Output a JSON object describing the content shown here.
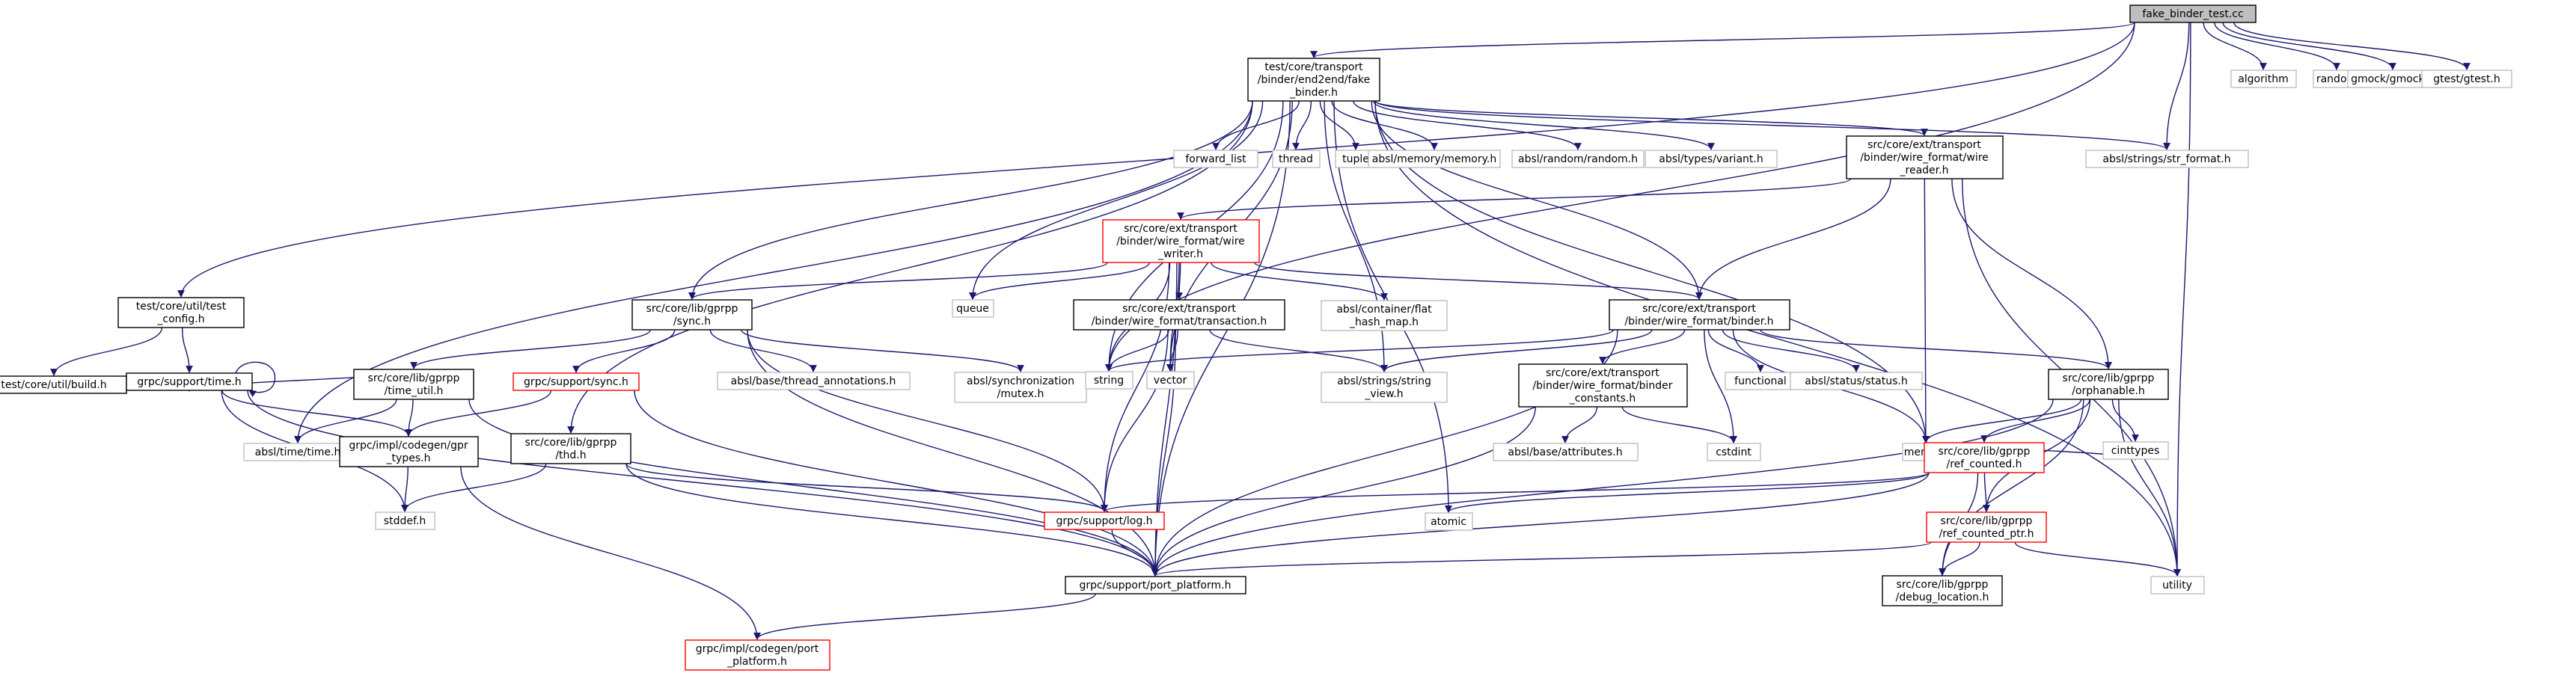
{
  "colors": {
    "edge": "#191970",
    "root_fill": "#bfbfbf",
    "node_border": "#000000",
    "external_border": "#bfbfbf",
    "incomplete_border": "#ff0000",
    "node_fill": "#ffffff"
  },
  "nodes": [
    {
      "id": "root",
      "lines": [
        "fake_binder_test.cc"
      ],
      "style": "root"
    },
    {
      "id": "fakebinder",
      "lines": [
        "test/core/transport",
        "/binder/end2end/fake",
        "_binder.h"
      ],
      "style": "normal"
    },
    {
      "id": "algorithm",
      "lines": [
        "algorithm"
      ],
      "style": "external"
    },
    {
      "id": "random",
      "lines": [
        "random"
      ],
      "style": "external"
    },
    {
      "id": "gmock",
      "lines": [
        "gmock/gmock.h"
      ],
      "style": "external"
    },
    {
      "id": "gtest",
      "lines": [
        "gtest/gtest.h"
      ],
      "style": "external"
    },
    {
      "id": "forward_list",
      "lines": [
        "forward_list"
      ],
      "style": "external"
    },
    {
      "id": "thread",
      "lines": [
        "thread"
      ],
      "style": "external"
    },
    {
      "id": "tuple",
      "lines": [
        "tuple"
      ],
      "style": "external"
    },
    {
      "id": "absl_memory",
      "lines": [
        "absl/memory/memory.h"
      ],
      "style": "external"
    },
    {
      "id": "absl_random",
      "lines": [
        "absl/random/random.h"
      ],
      "style": "external"
    },
    {
      "id": "absl_variant",
      "lines": [
        "absl/types/variant.h"
      ],
      "style": "external"
    },
    {
      "id": "wire_reader",
      "lines": [
        "src/core/ext/transport",
        "/binder/wire_format/wire",
        "_reader.h"
      ],
      "style": "normal"
    },
    {
      "id": "str_format",
      "lines": [
        "absl/strings/str_format.h"
      ],
      "style": "external"
    },
    {
      "id": "wire_writer",
      "lines": [
        "src/core/ext/transport",
        "/binder/wire_format/wire",
        "_writer.h"
      ],
      "style": "incomplete"
    },
    {
      "id": "test_config",
      "lines": [
        "test/core/util/test",
        "_config.h"
      ],
      "style": "normal"
    },
    {
      "id": "build",
      "lines": [
        "test/core/util/build.h"
      ],
      "style": "normal"
    },
    {
      "id": "time_h",
      "lines": [
        "grpc/support/time.h"
      ],
      "style": "normal"
    },
    {
      "id": "gprpp_sync",
      "lines": [
        "src/core/lib/gprpp",
        "/sync.h"
      ],
      "style": "normal"
    },
    {
      "id": "queue",
      "lines": [
        "queue"
      ],
      "style": "external"
    },
    {
      "id": "transaction",
      "lines": [
        "src/core/ext/transport",
        "/binder/wire_format/transaction.h"
      ],
      "style": "normal"
    },
    {
      "id": "flat_hash_map",
      "lines": [
        "absl/container/flat",
        "_hash_map.h"
      ],
      "style": "external"
    },
    {
      "id": "binder_h",
      "lines": [
        "src/core/ext/transport",
        "/binder/wire_format/binder.h"
      ],
      "style": "normal"
    },
    {
      "id": "time_util",
      "lines": [
        "src/core/lib/gprpp",
        "/time_util.h"
      ],
      "style": "normal"
    },
    {
      "id": "support_sync",
      "lines": [
        "grpc/support/sync.h"
      ],
      "style": "incomplete"
    },
    {
      "id": "thread_annotations",
      "lines": [
        "absl/base/thread_annotations.h"
      ],
      "style": "external"
    },
    {
      "id": "mutex",
      "lines": [
        "absl/synchronization",
        "/mutex.h"
      ],
      "style": "external"
    },
    {
      "id": "string",
      "lines": [
        "string"
      ],
      "style": "external"
    },
    {
      "id": "vector",
      "lines": [
        "vector"
      ],
      "style": "external"
    },
    {
      "id": "string_view",
      "lines": [
        "absl/strings/string",
        "_view.h"
      ],
      "style": "external"
    },
    {
      "id": "binder_constants",
      "lines": [
        "src/core/ext/transport",
        "/binder/wire_format/binder",
        "_constants.h"
      ],
      "style": "normal"
    },
    {
      "id": "functional",
      "lines": [
        "functional"
      ],
      "style": "external"
    },
    {
      "id": "status",
      "lines": [
        "absl/status/status.h"
      ],
      "style": "external"
    },
    {
      "id": "orphanable",
      "lines": [
        "src/core/lib/gprpp",
        "/orphanable.h"
      ],
      "style": "normal"
    },
    {
      "id": "absl_time",
      "lines": [
        "absl/time/time.h"
      ],
      "style": "external"
    },
    {
      "id": "gpr_types",
      "lines": [
        "grpc/impl/codegen/gpr",
        "_types.h"
      ],
      "style": "normal"
    },
    {
      "id": "thd",
      "lines": [
        "src/core/lib/gprpp",
        "/thd.h"
      ],
      "style": "normal"
    },
    {
      "id": "attributes",
      "lines": [
        "absl/base/attributes.h"
      ],
      "style": "external"
    },
    {
      "id": "cstdint",
      "lines": [
        "cstdint"
      ],
      "style": "external"
    },
    {
      "id": "memory",
      "lines": [
        "memory"
      ],
      "style": "external"
    },
    {
      "id": "ref_counted",
      "lines": [
        "src/core/lib/gprpp",
        "/ref_counted.h"
      ],
      "style": "incomplete"
    },
    {
      "id": "cinttypes",
      "lines": [
        "cinttypes"
      ],
      "style": "external"
    },
    {
      "id": "stddef",
      "lines": [
        "stddef.h"
      ],
      "style": "external"
    },
    {
      "id": "log_h",
      "lines": [
        "grpc/support/log.h"
      ],
      "style": "incomplete"
    },
    {
      "id": "atomic",
      "lines": [
        "atomic"
      ],
      "style": "external"
    },
    {
      "id": "ref_counted_ptr",
      "lines": [
        "src/core/lib/gprpp",
        "/ref_counted_ptr.h"
      ],
      "style": "incomplete"
    },
    {
      "id": "utility",
      "lines": [
        "utility"
      ],
      "style": "external"
    },
    {
      "id": "port_platform",
      "lines": [
        "grpc/support/port_platform.h"
      ],
      "style": "normal"
    },
    {
      "id": "debug_location",
      "lines": [
        "src/core/lib/gprpp",
        "/debug_location.h"
      ],
      "style": "normal"
    },
    {
      "id": "codegen_port_platform",
      "lines": [
        "grpc/impl/codegen/port",
        "_platform.h"
      ],
      "style": "incomplete"
    }
  ],
  "edges": [
    [
      "root",
      "fakebinder"
    ],
    [
      "root",
      "algorithm"
    ],
    [
      "root",
      "random"
    ],
    [
      "root",
      "gmock"
    ],
    [
      "root",
      "gtest"
    ],
    [
      "root",
      "str_format"
    ],
    [
      "root",
      "utility"
    ],
    [
      "root",
      "test_config"
    ],
    [
      "root",
      "string"
    ],
    [
      "fakebinder",
      "forward_list"
    ],
    [
      "fakebinder",
      "thread"
    ],
    [
      "fakebinder",
      "tuple"
    ],
    [
      "fakebinder",
      "absl_memory"
    ],
    [
      "fakebinder",
      "absl_random"
    ],
    [
      "fakebinder",
      "absl_variant"
    ],
    [
      "fakebinder",
      "wire_reader"
    ],
    [
      "fakebinder",
      "str_format"
    ],
    [
      "fakebinder",
      "queue"
    ],
    [
      "fakebinder",
      "gprpp_sync"
    ],
    [
      "fakebinder",
      "string"
    ],
    [
      "fakebinder",
      "vector"
    ],
    [
      "fakebinder",
      "binder_h"
    ],
    [
      "fakebinder",
      "absl_time"
    ],
    [
      "fakebinder",
      "thd"
    ],
    [
      "fakebinder",
      "atomic"
    ],
    [
      "fakebinder",
      "memory"
    ],
    [
      "fakebinder",
      "utility"
    ],
    [
      "fakebinder",
      "string_view"
    ],
    [
      "fakebinder",
      "port_platform"
    ],
    [
      "wire_reader",
      "wire_writer"
    ],
    [
      "wire_reader",
      "binder_h"
    ],
    [
      "wire_reader",
      "orphanable"
    ],
    [
      "wire_reader",
      "memory"
    ],
    [
      "wire_reader",
      "utility"
    ],
    [
      "wire_writer",
      "gprpp_sync"
    ],
    [
      "wire_writer",
      "queue"
    ],
    [
      "wire_writer",
      "transaction"
    ],
    [
      "wire_writer",
      "flat_hash_map"
    ],
    [
      "wire_writer",
      "binder_h"
    ],
    [
      "wire_writer",
      "string"
    ],
    [
      "wire_writer",
      "vector"
    ],
    [
      "wire_writer",
      "log_h"
    ],
    [
      "wire_writer",
      "port_platform"
    ],
    [
      "test_config",
      "build"
    ],
    [
      "test_config",
      "time_h"
    ],
    [
      "time_h",
      "time_h"
    ],
    [
      "time_h",
      "gpr_types"
    ],
    [
      "time_h",
      "stddef"
    ],
    [
      "time_h",
      "port_platform"
    ],
    [
      "gprpp_sync",
      "time_util"
    ],
    [
      "gprpp_sync",
      "support_sync"
    ],
    [
      "gprpp_sync",
      "thread_annotations"
    ],
    [
      "gprpp_sync",
      "mutex"
    ],
    [
      "gprpp_sync",
      "log_h"
    ],
    [
      "gprpp_sync",
      "port_platform"
    ],
    [
      "transaction",
      "string"
    ],
    [
      "transaction",
      "vector"
    ],
    [
      "transaction",
      "string_view"
    ],
    [
      "transaction",
      "log_h"
    ],
    [
      "transaction",
      "port_platform"
    ],
    [
      "binder_h",
      "binder_constants"
    ],
    [
      "binder_h",
      "functional"
    ],
    [
      "binder_h",
      "status"
    ],
    [
      "binder_h",
      "orphanable"
    ],
    [
      "binder_h",
      "string"
    ],
    [
      "binder_h",
      "string_view"
    ],
    [
      "binder_h",
      "cstdint"
    ],
    [
      "binder_h",
      "memory"
    ],
    [
      "binder_h",
      "port_platform"
    ],
    [
      "time_util",
      "time_h"
    ],
    [
      "time_util",
      "absl_time"
    ],
    [
      "time_util",
      "gpr_types"
    ],
    [
      "time_util",
      "port_platform"
    ],
    [
      "support_sync",
      "gpr_types"
    ],
    [
      "support_sync",
      "port_platform"
    ],
    [
      "gpr_types",
      "stddef"
    ],
    [
      "gpr_types",
      "codegen_port_platform"
    ],
    [
      "thd",
      "stddef"
    ],
    [
      "thd",
      "log_h"
    ],
    [
      "thd",
      "port_platform"
    ],
    [
      "binder_constants",
      "attributes"
    ],
    [
      "binder_constants",
      "cstdint"
    ],
    [
      "binder_constants",
      "port_platform"
    ],
    [
      "orphanable",
      "memory"
    ],
    [
      "orphanable",
      "ref_counted"
    ],
    [
      "orphanable",
      "cinttypes"
    ],
    [
      "orphanable",
      "ref_counted_ptr"
    ],
    [
      "orphanable",
      "utility"
    ],
    [
      "orphanable",
      "debug_location"
    ],
    [
      "orphanable",
      "port_platform"
    ],
    [
      "ref_counted",
      "atomic"
    ],
    [
      "ref_counted",
      "cinttypes"
    ],
    [
      "ref_counted",
      "log_h"
    ],
    [
      "ref_counted",
      "ref_counted_ptr"
    ],
    [
      "ref_counted",
      "debug_location"
    ],
    [
      "ref_counted",
      "port_platform"
    ],
    [
      "ref_counted_ptr",
      "utility"
    ],
    [
      "ref_counted_ptr",
      "debug_location"
    ],
    [
      "ref_counted_ptr",
      "port_platform"
    ],
    [
      "log_h",
      "port_platform"
    ],
    [
      "port_platform",
      "codegen_port_platform"
    ]
  ]
}
